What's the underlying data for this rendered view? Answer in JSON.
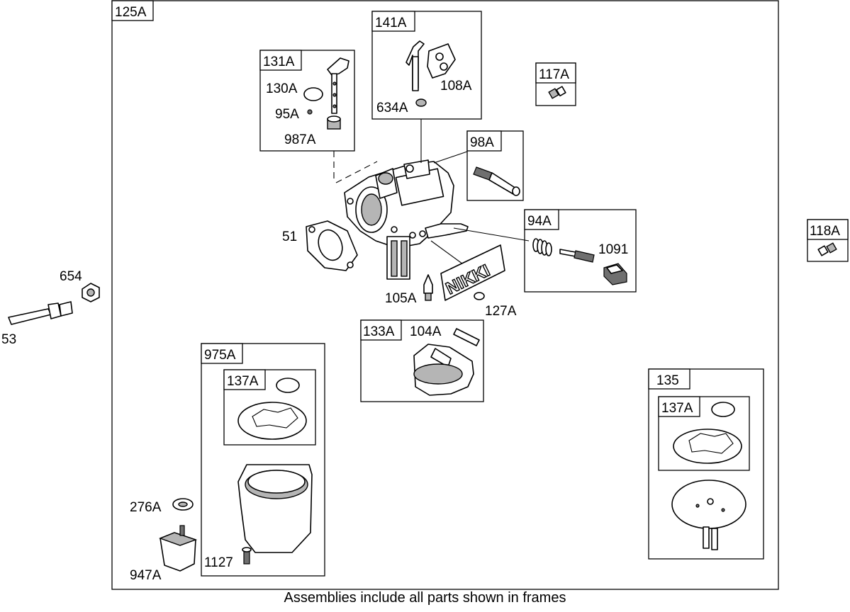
{
  "labels": {
    "f125A": "125A",
    "f141A": "141A",
    "f131A": "131A",
    "f117A": "117A",
    "f98A": "98A",
    "f94A": "94A",
    "f118A": "118A",
    "f133A": "133A",
    "f975A": "975A",
    "f137A_a": "137A",
    "f137A_b": "137A",
    "f135": "135",
    "p108A": "108A",
    "p634A": "634A",
    "p130A": "130A",
    "p95A": "95A",
    "p987A": "987A",
    "p51": "51",
    "p1091": "1091",
    "p105A": "105A",
    "p127A": "127A",
    "p104A": "104A",
    "p654": "654",
    "p53": "53",
    "p276A": "276A",
    "p947A": "947A",
    "p1127": "1127"
  },
  "brand_mark": "NIKKI",
  "caption": "Assemblies include all parts shown in frames"
}
